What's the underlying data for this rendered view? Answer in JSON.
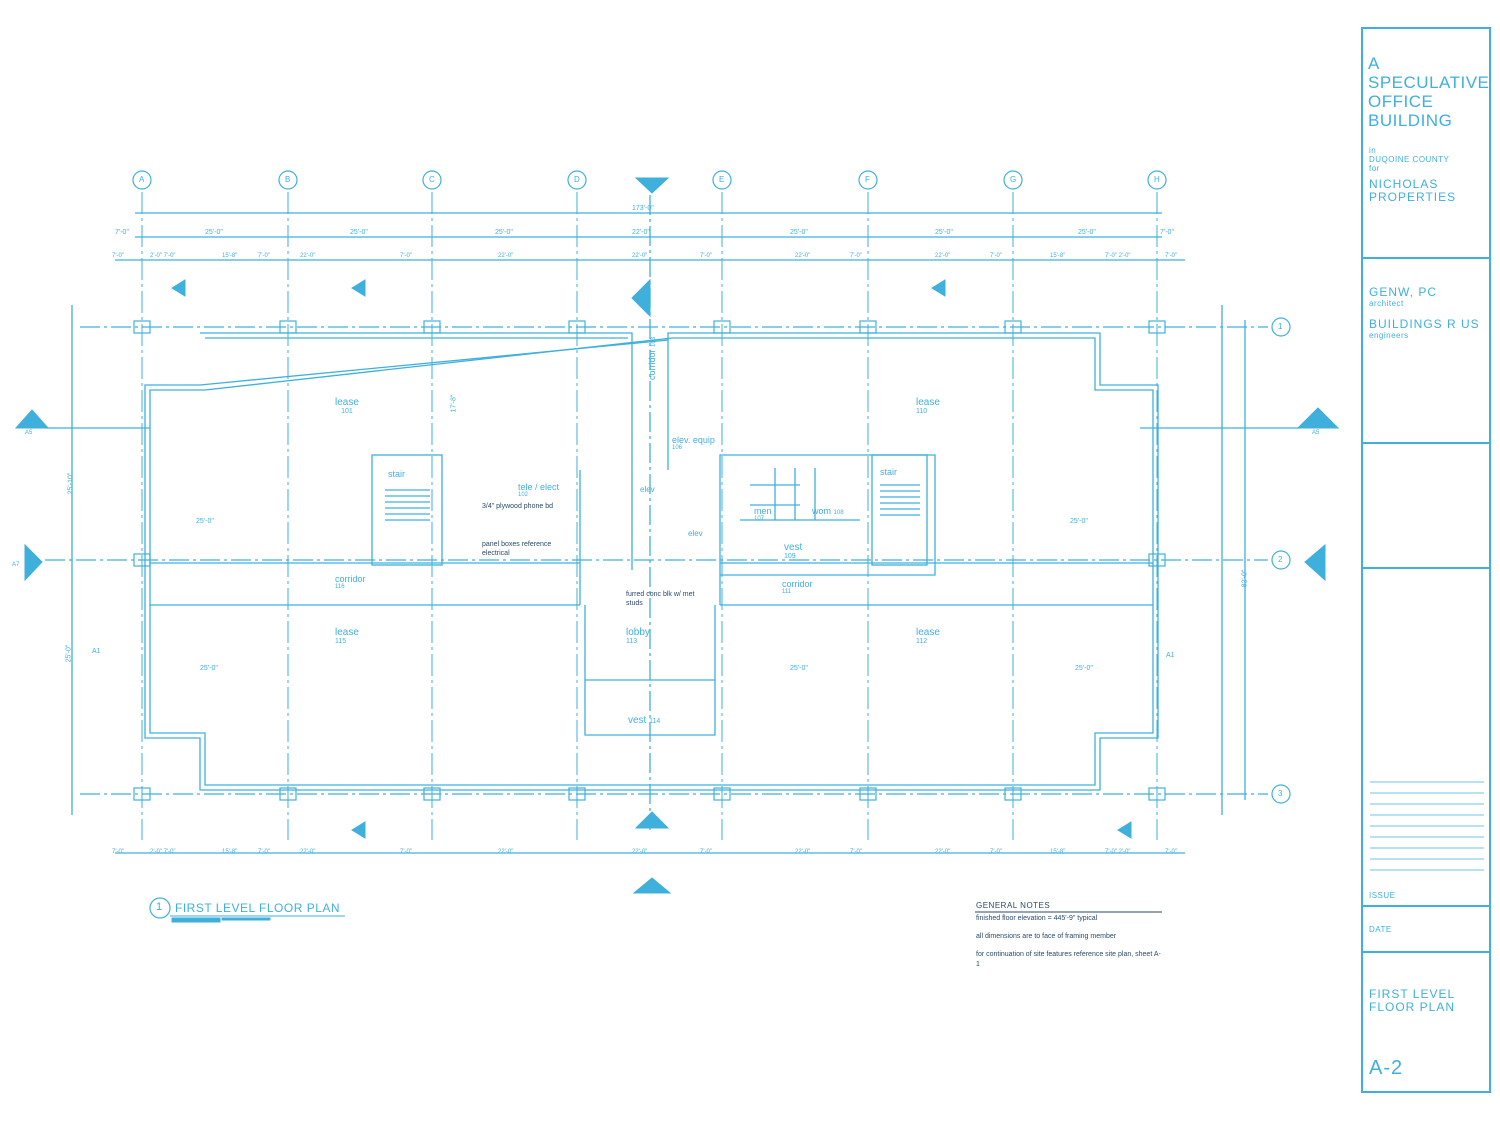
{
  "colors": {
    "ink": "#3fb0dc",
    "dark_ink": "#2a4a6a"
  },
  "title_block": {
    "project": [
      "A",
      "SPECULATIVE",
      "OFFICE",
      "BUILDING"
    ],
    "location_lines": [
      "in",
      "DUQOINE COUNTY",
      "for"
    ],
    "client": [
      "NICHOLAS",
      "PROPERTIES"
    ],
    "architect": "GENW, PC",
    "architect_role": "architect",
    "engineer": "BUILDINGS R US",
    "engineer_role": "engineers",
    "issue_label": "ISSUE",
    "date_label": "DATE",
    "sheet_title": [
      "FIRST LEVEL",
      "FLOOR PLAN"
    ],
    "sheet_number": "A-2"
  },
  "plan": {
    "title": "FIRST LEVEL FLOOR PLAN",
    "title_marker": "1",
    "column_grid": [
      "A",
      "B",
      "C",
      "D",
      "E",
      "F",
      "G",
      "H"
    ],
    "row_grid": [
      "1",
      "2",
      "3"
    ],
    "overall_dimension": "173'-0\"",
    "bay_dimensions": [
      "7'-0\"",
      "25'-0\"",
      "25'-0\"",
      "25'-0\"",
      "22'-0\"",
      "25'-0\"",
      "25'-0\"",
      "25'-0\"",
      "7'-0\""
    ],
    "sub_dimensions_top": [
      "7'-0\"",
      "2'-0\" 7'-0\"",
      "15'-8\"",
      "7'-0\"",
      "22'-0\"",
      "7'-0\"",
      "22'-0\"",
      "22'-0\"",
      "7'-0\"",
      "22'-0\"",
      "7'-0\"",
      "22'-0\"",
      "7'-0\"",
      "15'-8\"",
      "7'-0\" 2'-0\"",
      "7'-0\""
    ],
    "rooms": [
      {
        "name": "lease",
        "number": "101"
      },
      {
        "name": "lease",
        "number": "110"
      },
      {
        "name": "lease",
        "number": "115"
      },
      {
        "name": "lease",
        "number": "112"
      },
      {
        "name": "lobby",
        "number": "113"
      },
      {
        "name": "vest",
        "number": "114"
      },
      {
        "name": "vest",
        "number": "109"
      },
      {
        "name": "stair",
        "number": ""
      },
      {
        "name": "stair",
        "number": ""
      },
      {
        "name": "tele / elect",
        "number": "102"
      },
      {
        "name": "elev. equip",
        "number": "106"
      },
      {
        "name": "men",
        "number": "107"
      },
      {
        "name": "wom",
        "number": "108"
      },
      {
        "name": "corridor",
        "number": "103"
      },
      {
        "name": "corridor",
        "number": "111"
      },
      {
        "name": "corridor",
        "number": "116"
      },
      {
        "name": "elev",
        "number": ""
      },
      {
        "name": "elev",
        "number": ""
      }
    ],
    "notes": [
      "3/4\" plywood phone bd",
      "panel boxes reference electrical",
      "furred conc blk w/ met studs"
    ],
    "dim_labels_left": [
      "25'-10\"",
      "25'-0\"",
      "17'-8\"",
      "25'-0\"",
      "25'-0\""
    ],
    "dim_labels_right": [
      "25'-0\"",
      "25'-0\"",
      "25'-0\"",
      "82'-0\""
    ],
    "section_tags": [
      "A5",
      "A5",
      "A7",
      "A7",
      "A1",
      "A1"
    ]
  },
  "general_notes": {
    "heading": "GENERAL NOTES",
    "items": [
      "finished floor elevation = 445'-9\" typical",
      "all dimensions are to face of framing member",
      "for continuation of site features reference site plan, sheet A-1"
    ]
  }
}
